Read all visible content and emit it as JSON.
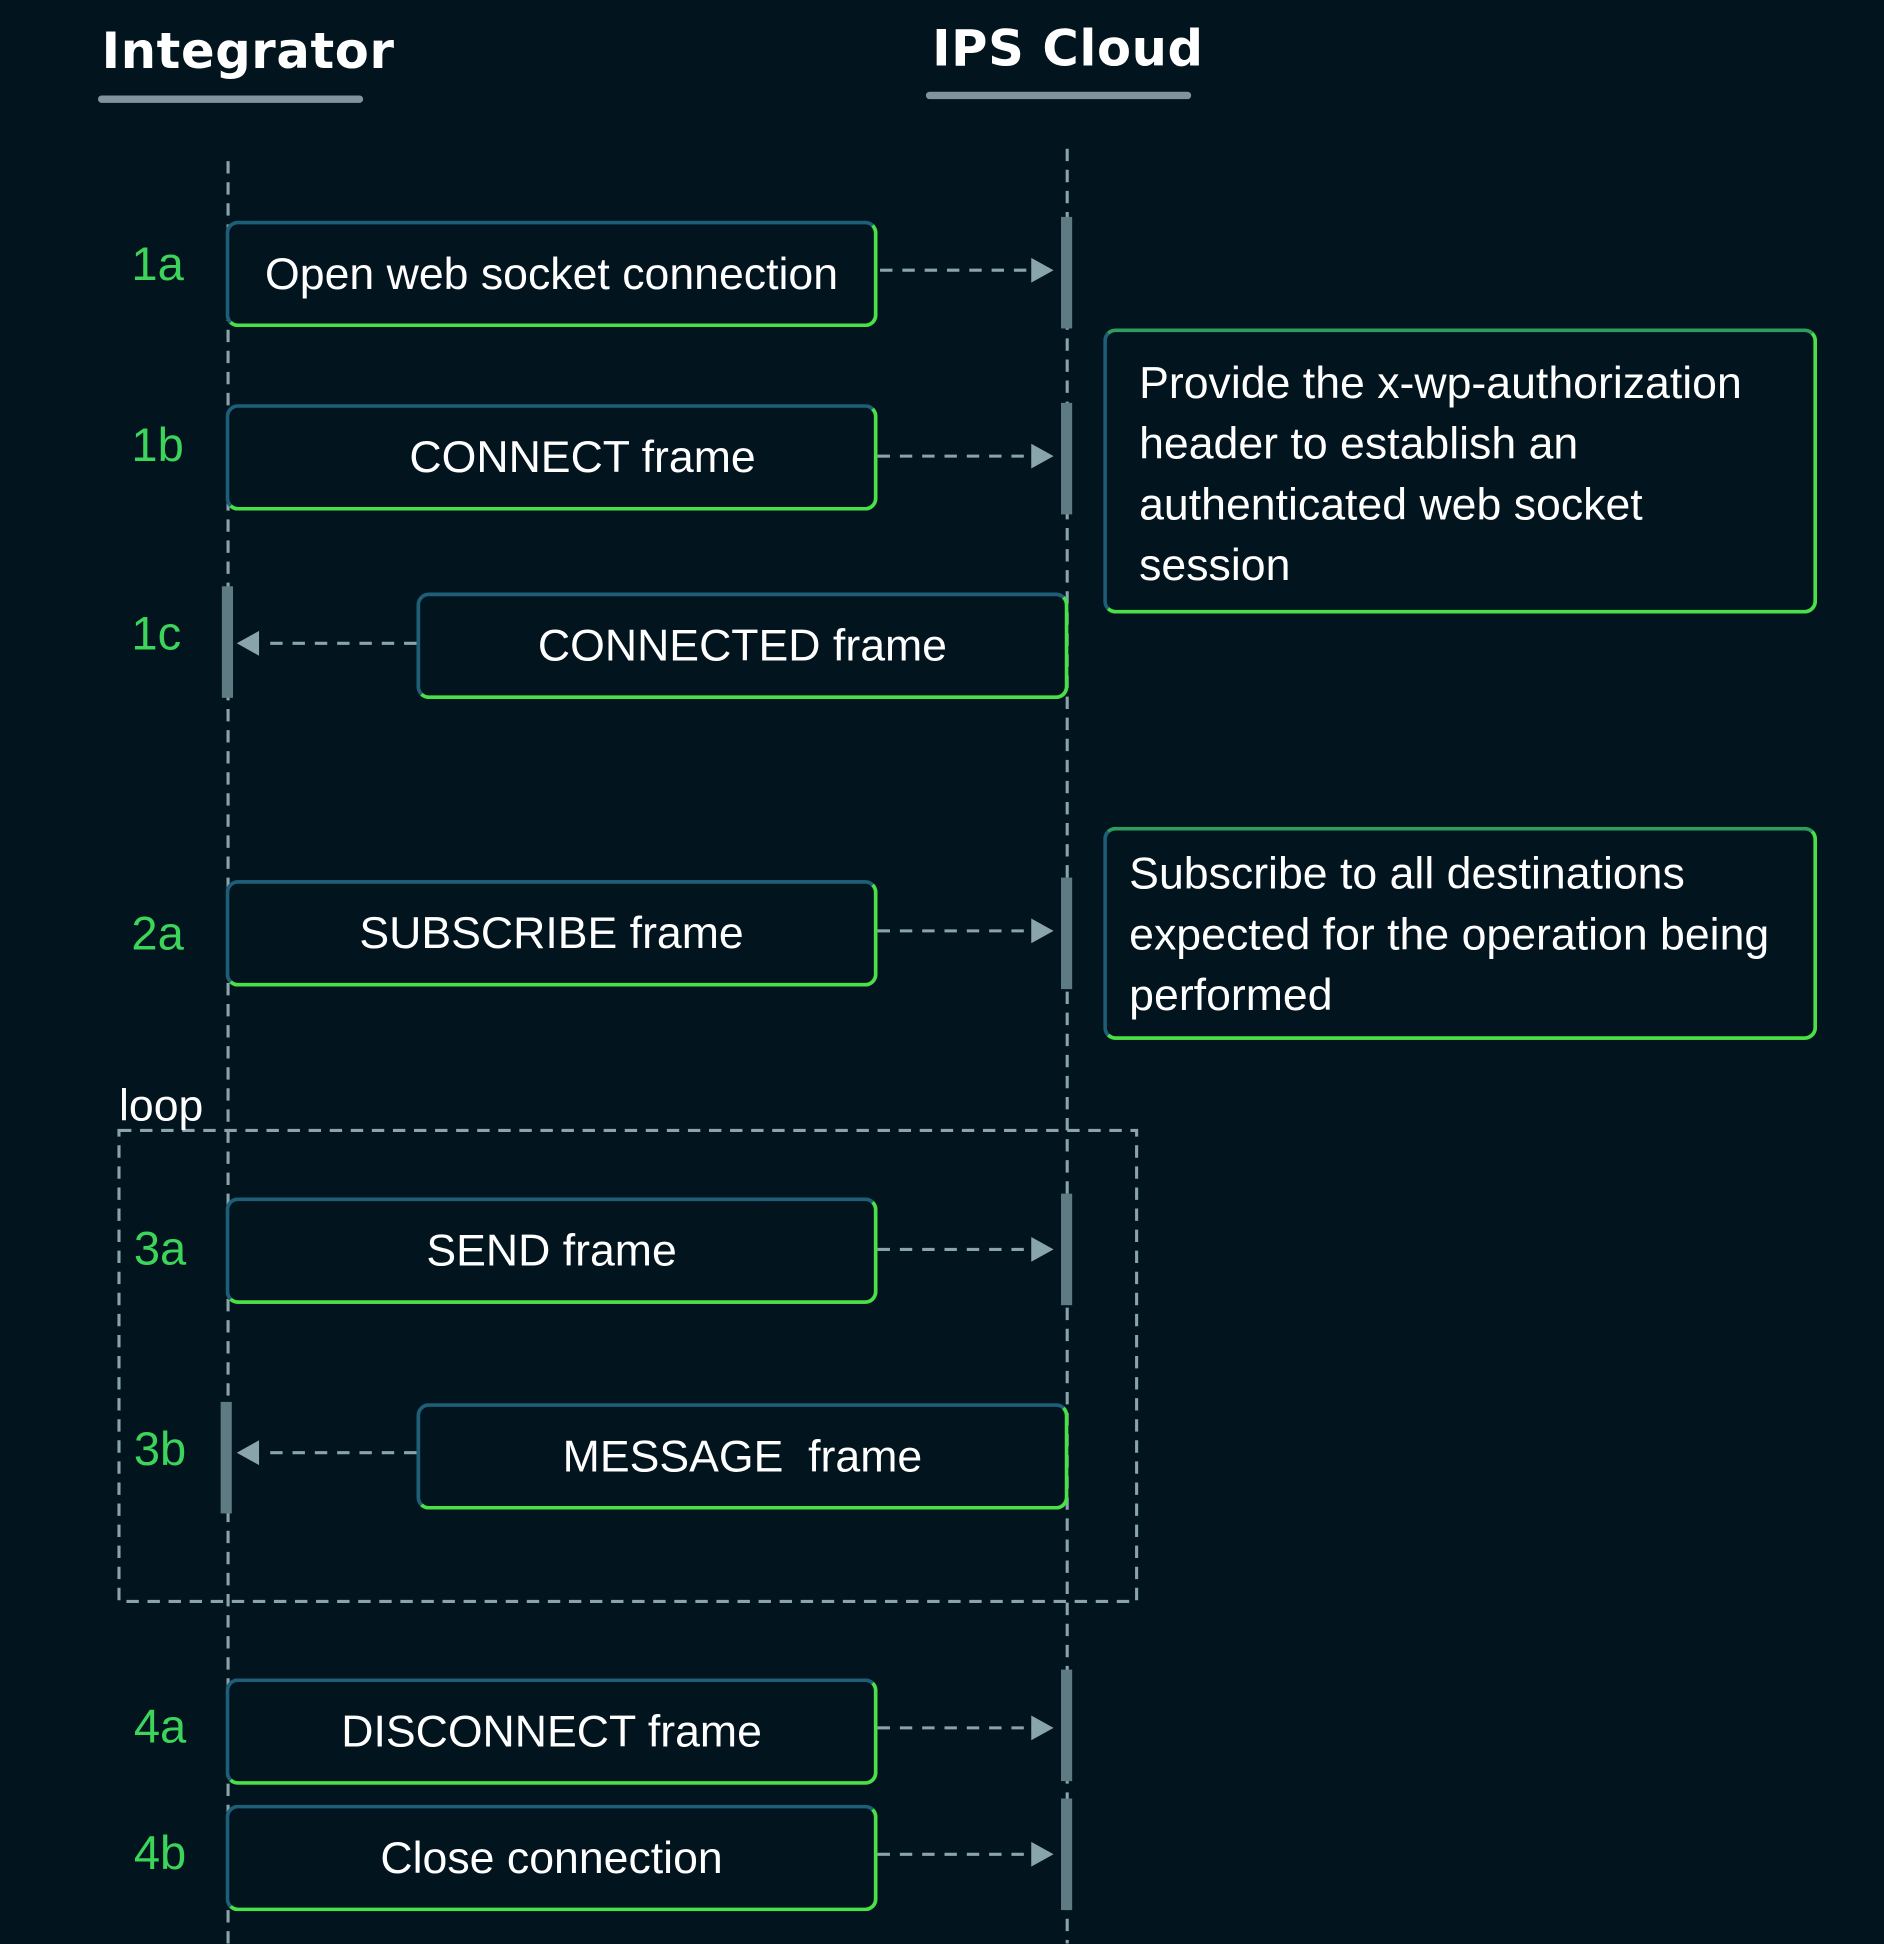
{
  "participants": {
    "integrator": "Integrator",
    "cloud": "IPS Cloud"
  },
  "loop_label": "loop",
  "steps": [
    {
      "id": "1a",
      "label": "Open web socket connection",
      "direction": "to-cloud"
    },
    {
      "id": "1b",
      "label": "CONNECT frame",
      "direction": "to-cloud"
    },
    {
      "id": "1c",
      "label": "CONNECTED frame",
      "direction": "to-integrator"
    },
    {
      "id": "2a",
      "label": "SUBSCRIBE frame",
      "direction": "to-cloud"
    },
    {
      "id": "3a",
      "label": "SEND frame",
      "direction": "to-cloud"
    },
    {
      "id": "3b",
      "label": "MESSAGE  frame",
      "direction": "to-integrator"
    },
    {
      "id": "4a",
      "label": "DISCONNECT frame",
      "direction": "to-cloud"
    },
    {
      "id": "4b",
      "label": "Close connection",
      "direction": "to-cloud"
    }
  ],
  "notes": [
    {
      "text": "Provide the x-wp-authorization header to establish an authenticated web socket session"
    },
    {
      "text": "Subscribe to all destinations expected for the operation being performed"
    }
  ],
  "colors": {
    "background": "#02141d",
    "step_number": "#3cd45a",
    "box_border_accent": "#4ae048",
    "box_border_base": "#1d5f78",
    "lifeline": "#8aa4ab",
    "activation_bar": "#5e7b84",
    "text": "#ffffff"
  }
}
